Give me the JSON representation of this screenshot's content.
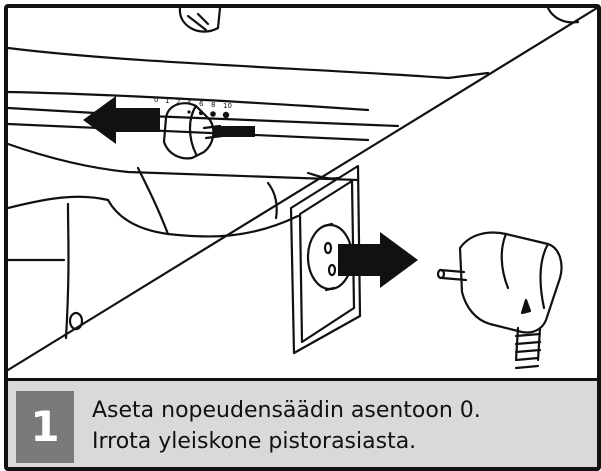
{
  "step": {
    "number": "1"
  },
  "instructions": {
    "line1": "Aseta nopeudensäädin asentoon 0.",
    "line2": "Irrota yleiskone pistorasiasta."
  },
  "speed_dial": {
    "labels": [
      "0",
      "1",
      "2",
      "4",
      "6",
      "8",
      "10"
    ]
  },
  "colors": {
    "badge": "#7a7a7a",
    "caption_background": "#d9d9d9",
    "line_art": "#111111"
  }
}
